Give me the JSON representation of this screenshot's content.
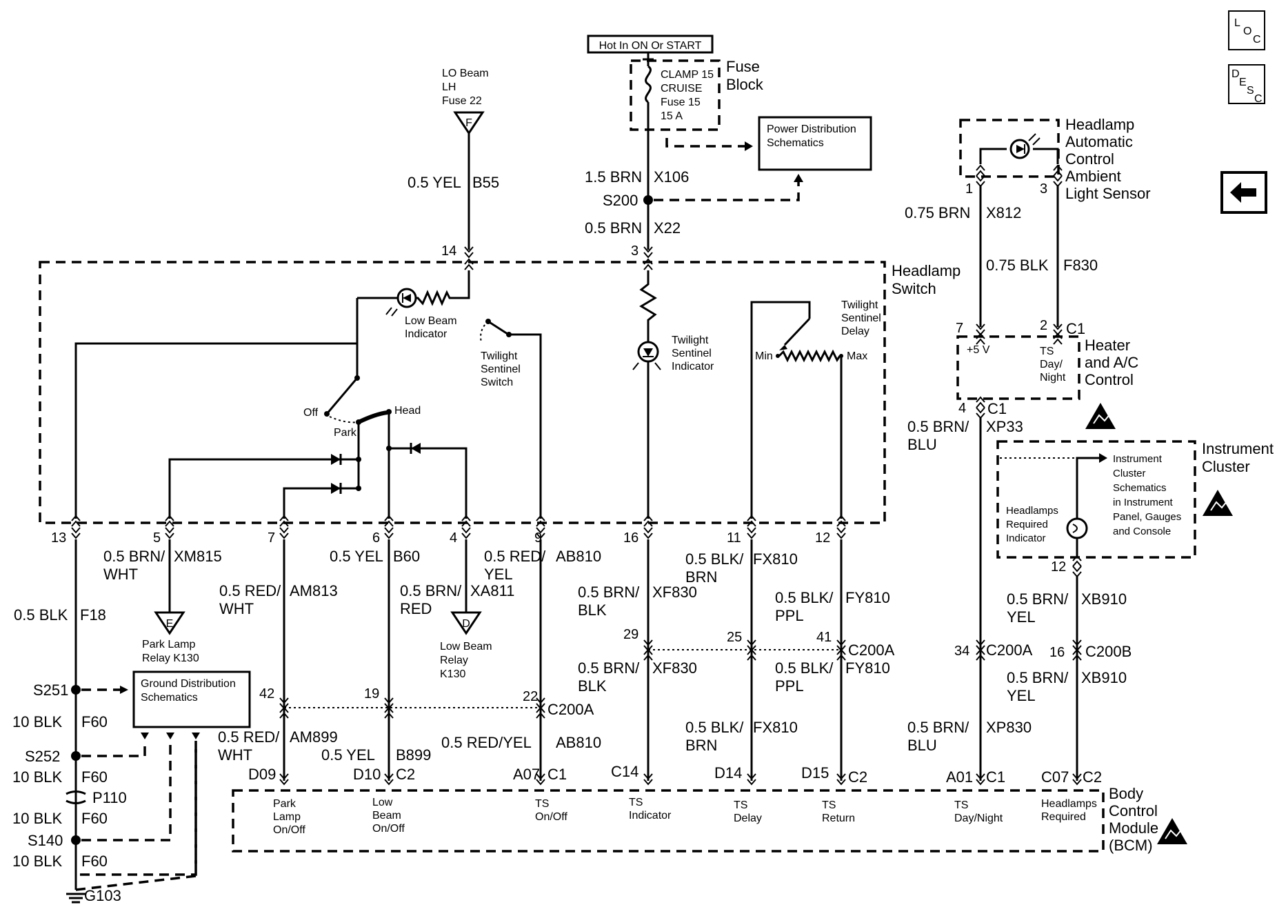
{
  "nav": {
    "loc_l": "L",
    "loc_o": "O",
    "loc_c": "C",
    "desc_d": "D",
    "desc_e": "E",
    "desc_s": "S",
    "desc_c": "C",
    "back_icon": "left-arrow-icon"
  },
  "power": {
    "hot_label": "Hot In ON Or START",
    "fuse_block": [
      "Fuse",
      "Block"
    ],
    "fuse_lines": [
      "CLAMP 15",
      "CRUISE",
      "Fuse 15",
      "15 A"
    ],
    "pds": [
      "Power Distribution",
      "Schematics"
    ],
    "w_x106_ga": "1.5 BRN",
    "w_x106": "X106",
    "splice_s200": "S200",
    "w_x22_ga": "0.5 BRN",
    "w_x22": "X22",
    "pin3": "3"
  },
  "lobeam_fuse": {
    "lines": [
      "LO Beam",
      "LH",
      "Fuse 22"
    ],
    "term": "F",
    "w_ga": "0.5 YEL",
    "w": "B55",
    "pin": "14"
  },
  "headlamp_switch": {
    "title": [
      "Headlamp",
      "Switch"
    ],
    "low_beam_ind": [
      "Low Beam",
      "Indicator"
    ],
    "tss": [
      "Twilight",
      "Sentinel",
      "Switch"
    ],
    "tsi": [
      "Twilight",
      "Sentinel",
      "Indicator"
    ],
    "tsd": [
      "Twilight",
      "Sentinel",
      "Delay"
    ],
    "min": "Min",
    "max": "Max",
    "off": "Off",
    "park": "Park",
    "head": "Head"
  },
  "bottom_pins": {
    "p13": "13",
    "p5": "5",
    "p7": "7",
    "p6": "6",
    "p4": "4",
    "p9": "9",
    "p16": "16",
    "p11": "11",
    "p12": "12"
  },
  "left": {
    "w_xm815_ga": [
      "0.5 BRN/",
      "WHT"
    ],
    "w_xm815": "XM815",
    "w_f18_ga": "0.5 BLK",
    "w_f18": "F18",
    "park_relay": [
      "Park Lamp",
      "Relay K130"
    ],
    "term_e": "E",
    "gds": [
      "Ground Distribution",
      "Schematics"
    ],
    "s251": "S251",
    "s252": "S252",
    "p110": "P110",
    "s140": "S140",
    "g103": "G103",
    "w_f60_ga": "10 BLK",
    "w_f60": "F60"
  },
  "mid": {
    "w_am813_ga": [
      "0.5 RED/",
      "WHT"
    ],
    "w_am813": "AM813",
    "w_b60_ga": "0.5 YEL",
    "w_b60": "B60",
    "w_xa811_ga": [
      "0.5 BRN/",
      "RED"
    ],
    "w_xa811": "XA811",
    "lbr": [
      "Low Beam",
      "Relay",
      "K130"
    ],
    "term_d": "D",
    "w_ab810_ga": [
      "0.5 RED/",
      "YEL"
    ],
    "w_ab810": "AB810",
    "w_xf830_ga": [
      "0.5 BRN/",
      "BLK"
    ],
    "w_xf830": "XF830",
    "w_fx810_ga": [
      "0.5 BLK/",
      "BRN"
    ],
    "w_fx810": "FX810",
    "w_fy810_ga": [
      "0.5 BLK/",
      "PPL"
    ],
    "w_fy810": "FY810",
    "c200a": "C200A",
    "c200a_p": {
      "p42": "42",
      "p19": "19",
      "p22": "22",
      "p29": "29",
      "p25": "25",
      "p41": "41"
    },
    "w_am899_ga": [
      "0.5 RED/",
      "WHT"
    ],
    "w_am899": "AM899",
    "w_b899_ga": "0.5 YEL",
    "w_b899": "B899",
    "w_ab810b_ga": "0.5 RED/YEL",
    "w_ab810b": "AB810"
  },
  "right": {
    "sensor": [
      "Headlamp",
      "Automatic",
      "Control",
      "Ambient",
      "Light Sensor"
    ],
    "sp1": "1",
    "sp3": "3",
    "w_x812_ga": "0.75 BRN",
    "w_x812": "X812",
    "w_f830_ga": "0.75 BLK",
    "w_f830": "F830",
    "hp7": "7",
    "hp2": "2",
    "hc1": "C1",
    "hvac": [
      "Heater",
      "and A/C",
      "Control"
    ],
    "v5": "+5  V",
    "tsdn": [
      "TS",
      "Day/",
      "Night"
    ],
    "hp4": "4",
    "hc1b": "C1",
    "w_xp33_ga": [
      "0.5 BRN/",
      "BLU"
    ],
    "w_xp33": "XP33",
    "ic": [
      "Instrument",
      "Cluster"
    ],
    "ics": [
      "Instrument",
      "Cluster",
      "Schematics",
      "in Instrument",
      "Panel, Gauges",
      "and Console"
    ],
    "hri": [
      "Headlamps",
      "Required",
      "Indicator"
    ],
    "ip12": "12",
    "w_xb910_ga": [
      "0.5 BRN/",
      "YEL"
    ],
    "w_xb910": "XB910",
    "p34": "34",
    "c200a": "C200A",
    "p16": "16",
    "c200b": "C200B",
    "w_xp830_ga": [
      "0.5 BRN/",
      "BLU"
    ],
    "w_xp830": "XP830"
  },
  "bcm": {
    "title": [
      "Body",
      "Control",
      "Module",
      "(BCM)"
    ],
    "pins": {
      "d09": "D09",
      "d10": "D10",
      "c2a": "C2",
      "a07": "A07",
      "c1a": "C1",
      "c14": "C14",
      "d14": "D14",
      "d15": "D15",
      "c2b": "C2",
      "a01": "A01",
      "c1b": "C1",
      "c07": "C07",
      "c2c": "C2"
    },
    "park": [
      "Park",
      "Lamp",
      "On/Off"
    ],
    "low": [
      "Low",
      "Beam",
      "On/Off"
    ],
    "tson": [
      "TS",
      "On/Off"
    ],
    "tsind": [
      "TS",
      "Indicator"
    ],
    "tsdel": [
      "TS",
      "Delay"
    ],
    "tsret": [
      "TS",
      "Return"
    ],
    "tsdn": [
      "TS",
      "Day/Night"
    ],
    "hreq": [
      "Headlamps",
      "Required"
    ]
  }
}
